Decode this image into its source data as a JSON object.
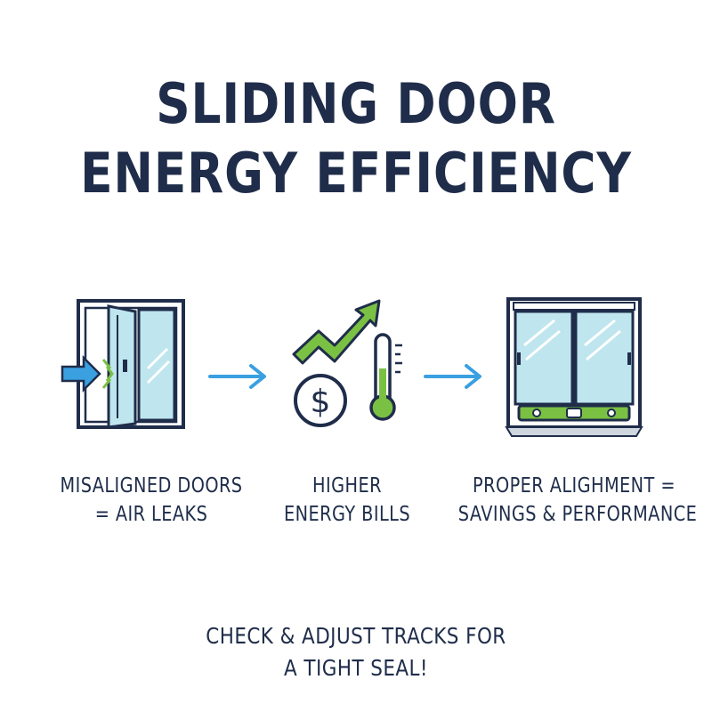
{
  "title": {
    "line1": "SLIDING DOOR",
    "line2": "ENERGY EFFICIENCY"
  },
  "steps": [
    {
      "line1": "MISALIGNED DOORS",
      "line2": "= AIR LEAKS",
      "icon": "misaligned-door-icon"
    },
    {
      "line1": "HIGHER",
      "line2": "ENERGY BILLS",
      "icon": "energy-bills-icon"
    },
    {
      "line1": "PROPER ALIGHMENT =",
      "line2": "SAVINGS & PERFORMANCE",
      "icon": "aligned-door-level-icon"
    }
  ],
  "cta": {
    "line1": "CHECK & ADJUST TRACKS FOR",
    "line2": "A TIGHT SEAL!"
  },
  "colors": {
    "navy": "#1f2d4a",
    "blue": "#3aa0e0",
    "glass": "#bfe6ee",
    "green": "#7ac143"
  }
}
